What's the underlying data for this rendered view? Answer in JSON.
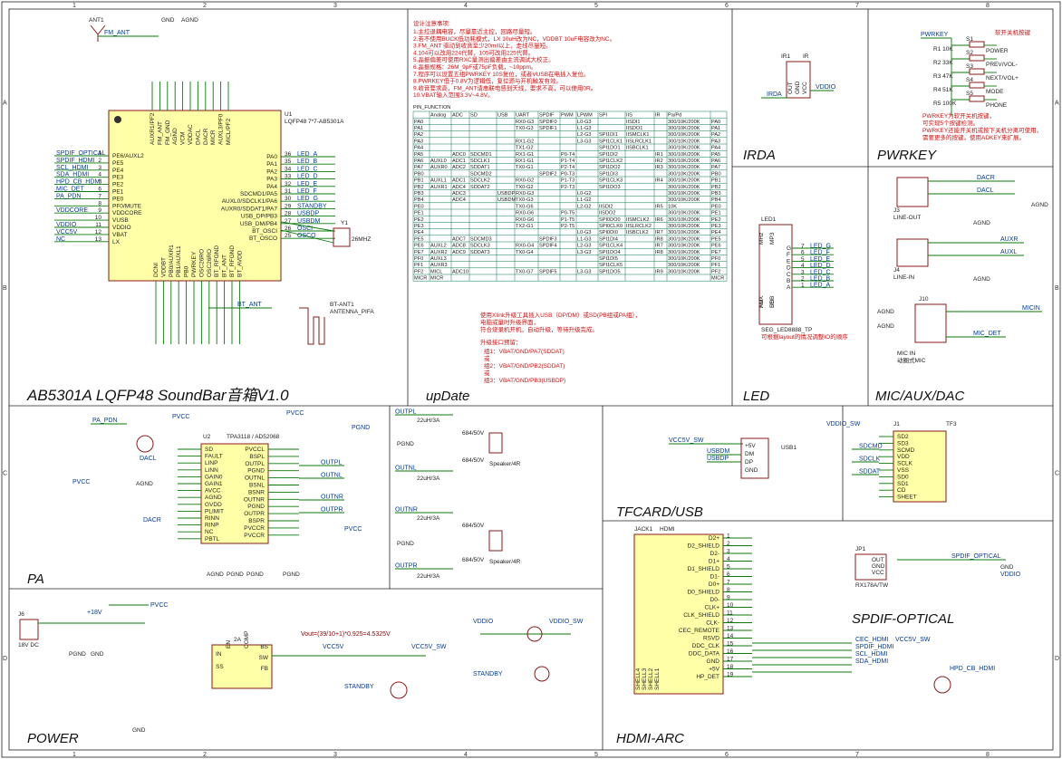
{
  "sheet": {
    "col_numbers": [
      "1",
      "2",
      "3",
      "4",
      "5",
      "6",
      "7",
      "8"
    ],
    "row_letters": [
      "A",
      "B",
      "C",
      "D"
    ]
  },
  "blocks": {
    "title_main": "AB5301A LQFP48 SoundBar音箱V1.0",
    "update": "upDate",
    "irda": "IRDA",
    "pwrkey": "PWRKEY",
    "led": "LED",
    "mic_aux_dac": "MIC/AUX/DAC",
    "pa": "PA",
    "tfcard_usb": "TFCARD/USB",
    "spdif": "SPDIF-OPTICAL",
    "power": "POWER",
    "hdmi": "HDMI-ARC"
  },
  "design_notes": {
    "heading": "设计注意事项:",
    "lines": [
      "1.主控退耦电容，尽量靠近主控，回路尽量短。",
      "2.若不使用BUCK低功耗模式，LX 10uH改为NC，VDDBT 10uF电容改为NC。",
      "3.FM_ANT 驱动到收音至少20mil以上，走线尽量短。",
      "4.104可以改用224代替，105可改用225代替。",
      "5.晶振偏差可使用RXC量测出偏差由主流调试大校正。",
      "6.晶振规格：26M_9pF或75pF负载，~10ppm。",
      "7.程序可以设置五组PWRKEY 10S复位，或者VUSB在电插入复位。",
      "8.PWRKEY低于0.8V为逻辑低，复位源与开机触发有效。",
      "9.收音要求高，FM_ANT请串联电感到天线，要求不高，可以使用0R。",
      "10.VBAT输入范围3.3V~4.8V。"
    ]
  },
  "pin_function": {
    "title": "PIN_FUNCTION",
    "headers": [
      "",
      "Analog",
      "ADC",
      "SD",
      "USB",
      "UART",
      "SPDIF",
      "PWM",
      "LPWM",
      "SPI",
      "IIS",
      "IR",
      "Pa/Pd",
      ""
    ],
    "rows": [
      [
        "PA0",
        "",
        "",
        "",
        "",
        "RX0-G3",
        "SPDIF0",
        "",
        "L0-G3",
        "",
        "IISDI1",
        "",
        "300/10K/200K",
        "PA0"
      ],
      [
        "PA1",
        "",
        "",
        "",
        "",
        "TX0-G3",
        "SPDIF1",
        "",
        "L1-G3",
        "",
        "IISDO1",
        "",
        "300/10K/200K",
        "PA1"
      ],
      [
        "PA2",
        "",
        "",
        "",
        "",
        "",
        "",
        "",
        "L2-G3",
        "SPI1DI1",
        "IISMCLK1",
        "",
        "300/10K/200K",
        "PA2"
      ],
      [
        "PA3",
        "",
        "",
        "",
        "",
        "RX1-G2",
        "",
        "",
        "L3-G3",
        "SPI1CLK1",
        "IISLRCLK1",
        "",
        "300/10K/200K",
        "PA3"
      ],
      [
        "PA4",
        "",
        "",
        "",
        "",
        "TX1-G2",
        "",
        "",
        "",
        "SPI1DO1",
        "IISBCLK1",
        "",
        "300/10K/200K",
        "PA4"
      ],
      [
        "PA5",
        "",
        "ADC0",
        "SDCMD1",
        "",
        "RX1-G1",
        "",
        "P0-T4",
        "",
        "SPI1DI2",
        "",
        "IR1",
        "300/10K/200K",
        "PA5"
      ],
      [
        "PA6",
        "AUXL0",
        "ADC1",
        "SDCLK1",
        "",
        "RX1-G1",
        "",
        "P1-T4",
        "",
        "SPI1CLK2",
        "",
        "IR2",
        "300/10K/200K",
        "PA6"
      ],
      [
        "PA7",
        "AUXR0",
        "ADC2",
        "SDDAT1",
        "",
        "TX0-G1",
        "",
        "P2-T4",
        "",
        "SPI1DO2",
        "",
        "IR3",
        "300/10K/200K",
        "PA7"
      ],
      [
        "PB0",
        "",
        "",
        "SDCMD2",
        "",
        "",
        "SPDIF2",
        "P0-T3",
        "",
        "SPI1DI3",
        "",
        "",
        "300/10K/200K",
        "PB0"
      ],
      [
        "PB1",
        "AUXL1",
        "ADC1",
        "SDCLK2",
        "",
        "RX0-G2",
        "",
        "P1-T3",
        "",
        "SPI1CLK3",
        "",
        "IR4",
        "300/10K/200K",
        "PB1"
      ],
      [
        "PB2",
        "AUXR1",
        "ADC4",
        "SDDAT2",
        "",
        "TX0-G2",
        "",
        "P2-T3",
        "",
        "SPI1DO3",
        "",
        "",
        "300/10K/200K",
        "PB2"
      ],
      [
        "PB3",
        "",
        "ADC3",
        "",
        "USBDP",
        "RX0-G3",
        "",
        "",
        "L0-G2",
        "",
        "",
        "",
        "300/10K/200K",
        "PB3"
      ],
      [
        "PB4",
        "",
        "ADC4",
        "",
        "USBDM",
        "TX0-G3",
        "",
        "",
        "L1-G2",
        "",
        "",
        "",
        "300/10K/200K",
        "PB4"
      ],
      [
        "PE0",
        "",
        "",
        "",
        "",
        "TX0-G6",
        "",
        "",
        "L2-G2",
        "IISDI2",
        "",
        "IR5",
        "10K",
        "PE0"
      ],
      [
        "PE1",
        "",
        "",
        "",
        "",
        "RX0-G6",
        "",
        "P0-T5",
        "",
        "IISDO2",
        "",
        "",
        "300/10K/200K",
        "PE1"
      ],
      [
        "PE2",
        "",
        "",
        "",
        "",
        "RX0-G6",
        "",
        "P1-T5",
        "",
        "SPI0DO0",
        "IISMCLK2",
        "IR6",
        "300/10K/200K",
        "PE2"
      ],
      [
        "PE3",
        "",
        "",
        "",
        "",
        "TX2-G1",
        "",
        "P2-T5",
        "",
        "SPI0CLK0",
        "IISLRCLK2",
        "",
        "300/10K/200K",
        "PE3"
      ],
      [
        "PE4",
        "",
        "",
        "",
        "",
        "",
        "",
        "",
        "L0-G3",
        "SPI0DI0",
        "IISBCLK2",
        "IR7",
        "300/10K/200K",
        "PE4"
      ],
      [
        "PE5",
        "",
        "ADC7",
        "SDCMD3",
        "",
        "",
        "SPDIF3",
        "",
        "L1-G3",
        "SPI1DI4",
        "",
        "IR8",
        "300/10K/200K",
        "PE5"
      ],
      [
        "PE6",
        "AUXL2",
        "ADC8",
        "SDCLK3",
        "",
        "RX0-G4",
        "SPDIF4",
        "",
        "L2-G3",
        "SPI1CLK4",
        "",
        "IR7",
        "300/10K/200K",
        "PE6"
      ],
      [
        "PE7",
        "AUXR2",
        "ADC9",
        "SDDAT3",
        "",
        "TX0-G4",
        "",
        "",
        "L3-G3",
        "SPI1DO4",
        "",
        "IR8",
        "300/10K/200K",
        "PE7"
      ],
      [
        "PF0",
        "AUXL3",
        "",
        "",
        "",
        "",
        "",
        "",
        "",
        "SPI1DI5",
        "",
        "",
        "300/10K/200K",
        "PF0"
      ],
      [
        "PF1",
        "AUXR3",
        "",
        "",
        "",
        "",
        "",
        "",
        "",
        "SPI1CLK5",
        "",
        "",
        "300/10K/200K",
        "PF1"
      ],
      [
        "PF2",
        "MICL",
        "ADC10",
        "",
        "",
        "TX0-G7",
        "SPDIF5",
        "",
        "L3-G3",
        "SPI1DO5",
        "",
        "IR9",
        "300/10K/200K",
        "PF2"
      ],
      [
        "MICR",
        "MICR",
        "",
        "",
        "",
        "",
        "",
        "",
        "",
        "",
        "",
        "",
        "",
        "MICR"
      ]
    ]
  },
  "upgrade_notes": {
    "lines": [
      "使用Xlink升级工具插入USB（DP/DM）或SD(PB组或PA组），",
      "电脑或量时升级界面，",
      "符合烧录机开机，自动升级，等待升级完成。"
    ],
    "reserve_head": "升级接口预留：",
    "options": [
      "组1：VBAT/GND/PA7(SDDAT)",
      "或",
      "组2：VBAT/GND/PB2(SDDAT)",
      "或",
      "组3：VBAT/GND/PB3(USBDP)"
    ]
  },
  "mcu": {
    "ref": "U1",
    "part": "LQFP48 7*7-AB5301A",
    "left_pins": [
      {
        "num": "1",
        "name": "PE6/AUXL2",
        "net": "SPDIF_OPTICAL"
      },
      {
        "num": "2",
        "name": "PE5",
        "net": "SPDIF_HDMI"
      },
      {
        "num": "3",
        "name": "PE4",
        "net": "SCL_HDMI"
      },
      {
        "num": "4",
        "name": "PE3",
        "net": "SDA_HDMI"
      },
      {
        "num": "5",
        "name": "PE2",
        "net": "HPD_CB_HDMI"
      },
      {
        "num": "6",
        "name": "PE1",
        "net": "MIC_DET"
      },
      {
        "num": "7",
        "name": "PE0",
        "net": "PA_PDN"
      },
      {
        "num": "8",
        "name": "PF0/MUTE",
        "net": ""
      },
      {
        "num": "9",
        "name": "VDDCORE",
        "net": "VDDCORE"
      },
      {
        "num": "10",
        "name": "VUSB",
        "net": ""
      },
      {
        "num": "11",
        "name": "VDDIO",
        "net": "VDDIO"
      },
      {
        "num": "12",
        "name": "VBAT",
        "net": "VCC5V"
      },
      {
        "num": "13",
        "name": "LX",
        "net": "NC"
      }
    ],
    "right_pins": [
      {
        "num": "36",
        "name": "PA0",
        "net": "LED_A"
      },
      {
        "num": "35",
        "name": "PA1",
        "net": "LED_B"
      },
      {
        "num": "34",
        "name": "PA2",
        "net": "LED_C"
      },
      {
        "num": "33",
        "name": "PA3",
        "net": "LED_D"
      },
      {
        "num": "32",
        "name": "PA4",
        "net": "LED_E"
      },
      {
        "num": "31",
        "name": "SDCMD1/PA5",
        "net": "LED_F"
      },
      {
        "num": "30",
        "name": "AUXL0/SDCLK1/PA6",
        "net": "LED_G"
      },
      {
        "num": "29",
        "name": "AUXR0/SDDAT1/PA7",
        "net": "STANDBY"
      },
      {
        "num": "28",
        "name": "USB_DP/PB3",
        "net": "USBDP"
      },
      {
        "num": "27",
        "name": "USB_DM/PB4",
        "net": "USBDM"
      },
      {
        "num": "26",
        "name": "BT_OSCI",
        "net": "OSCI"
      },
      {
        "num": "25",
        "name": "BT_OSCO",
        "net": "OSCO"
      }
    ],
    "top_pins": [
      "AUXR1/PF2",
      "FM_ANT",
      "FM_GND",
      "AGND",
      "VCM",
      "VDDAC",
      "DACL",
      "DACR",
      "MICR",
      "AUXL3/PF0",
      "MICL/PF2"
    ],
    "bottom_pins": [
      "DCNI",
      "VDDBT",
      "PB0/AUXR1",
      "PB1/AUXL1",
      "PB0",
      "PWRKEY",
      "OSC26RO",
      "OSC26RO",
      "BT_RFGND",
      "BT_ANT",
      "BT_RFGND",
      "BT_AVDD"
    ]
  },
  "irda": {
    "ref": "IR1",
    "part": "IR",
    "pins": [
      "OUT",
      "GND",
      "VCC"
    ],
    "nets": [
      "IRDA",
      "VDDIO"
    ]
  },
  "pwrkey": {
    "net": "PWRKEY",
    "switches": [
      {
        "ref": "S1",
        "label": "POWER",
        "res": "R1 10K"
      },
      {
        "ref": "S2",
        "label": "PREV/VOL-",
        "res": "R2 33K"
      },
      {
        "ref": "S3",
        "label": "NEXT/VOL+",
        "res": "R3 47K"
      },
      {
        "ref": "S4",
        "label": "MODE",
        "res": "R4 51K"
      },
      {
        "ref": "S5",
        "label": "PHONE",
        "res": "R5 100K"
      }
    ],
    "note_top": "软开关机按键",
    "notes": [
      "PWRKEY为软开关机按键，",
      "可实现5个按键检测。",
      "PWRKEY还能开关机或按下关机分离可使用，",
      "需要更多的按键，使用ADKEY来扩展。"
    ]
  },
  "led": {
    "ref": "LED1",
    "part": "SEG_LED8888_TP",
    "side_labels": [
      "MHz",
      "MP3",
      "AUX",
      "USB",
      "FM",
      "SD"
    ],
    "pins": [
      {
        "num": "7",
        "seg": "G",
        "net": "LED_G"
      },
      {
        "num": "6",
        "seg": "F",
        "net": "LED_F"
      },
      {
        "num": "5",
        "seg": "E",
        "net": "LED_E"
      },
      {
        "num": "4",
        "seg": "D",
        "net": "LED_D"
      },
      {
        "num": "3",
        "seg": "C",
        "net": "LED_C"
      },
      {
        "num": "2",
        "seg": "B",
        "net": "LED_B"
      },
      {
        "num": "1",
        "seg": "A",
        "net": "LED_A"
      }
    ],
    "note": "可根据layout的情况调整IO的顺序"
  },
  "mic_aux": {
    "dacr": "DACR",
    "dacl": "DACL",
    "auxr": "AUXR",
    "auxl": "AUXL",
    "micin": "MICIN",
    "mic_det": "MIC_DET",
    "line_out": "LINE-OUT",
    "line_in": "LINE-IN",
    "mic_label": "MIC IN",
    "mic_note": "动圈式MIC",
    "agnd": "AGND",
    "j3": "J3",
    "j4": "J4",
    "j10": "J10"
  },
  "pa": {
    "ref": "U2",
    "part": "TPA3118 / AD52068",
    "left_pins": [
      "SD",
      "FAULT",
      "LINP",
      "LINN",
      "GAIN0",
      "GAIN1",
      "AVCC",
      "AGND",
      "GVDD",
      "PLIMIT",
      "RINN",
      "RINP",
      "NC",
      "PBTL"
    ],
    "right_pins": [
      "PVCCL",
      "BSPL",
      "OUTPL",
      "PGND",
      "OUTNL",
      "BSNL",
      "BSNR",
      "OUTNR",
      "PGND",
      "OUTPR",
      "BSPR",
      "PVCCR",
      "PVCCR"
    ],
    "nets": {
      "pa_pdn": "PA_PDN",
      "dacl": "DACL",
      "dacr": "DACR",
      "pvcc": "PVCC",
      "pgnd": "PGND",
      "agnd": "AGND"
    },
    "outputs": [
      "OUTPL",
      "OUTNL",
      "OUTNR",
      "OUTPR"
    ],
    "speaker": "Speaker/4R",
    "inductor": "22uH/3A",
    "cap": "684/50V"
  },
  "tfcard": {
    "vcc": "VCC5V_SW",
    "usbdm": "USBDM",
    "usbdp": "USBDP",
    "usb_ref": "USB1",
    "usb_pins": [
      "+5V",
      "DM",
      "DP",
      "GND"
    ],
    "vdd": "VDDIO_SW",
    "tf_ref": "J1",
    "tf_part": "TF3",
    "tf_pins": [
      "SD2",
      "SD3",
      "SCMD",
      "VDD",
      "SCLK",
      "VSS",
      "SD0",
      "SD1",
      "CD",
      "SHEET"
    ],
    "nets": [
      "SDCMD",
      "SDCLK",
      "SDDAT"
    ]
  },
  "hdmi": {
    "ref": "JACK1",
    "part": "HDMI",
    "pins": [
      "D2+",
      "D2_SHIELD",
      "D2-",
      "D1+",
      "D1_SHIELD",
      "D1-",
      "D0+",
      "D0_SHIELD",
      "D0-",
      "CLK+",
      "CLK_SHIELD",
      "CLK-",
      "CEC_REMOTE",
      "RSVD",
      "DDC_CLK",
      "DDC_DATA",
      "GND",
      "+5V",
      "HP_DET"
    ],
    "shields": [
      "SHELL4",
      "SHELL3",
      "SHELL2",
      "SHELL1"
    ],
    "nets": [
      "CEC_HDMI",
      "SPDIF_HDMI",
      "SCL_HDMI",
      "SDA_HDMI",
      "HPD_CB_HDMI",
      "VCC5V_SW"
    ]
  },
  "spdif": {
    "ref": "JP1",
    "part": "RX178A/TW",
    "pins": [
      "OUT",
      "GND",
      "VCC"
    ],
    "nets": [
      "SPDIF_OPTICAL",
      "VDDIO",
      "GND"
    ]
  },
  "power": {
    "dc": "18V DC",
    "ref_jack": "J6",
    "v18": "+18V",
    "pvcc": "PVCC",
    "chip_pins_left": [
      "IN",
      "SS"
    ],
    "chip_pins_right": [
      "BS",
      "SW",
      "FB"
    ],
    "chip_pins_bottom": [
      "EN",
      "COMP"
    ],
    "chip_name": "2A",
    "vcc5v": "VCC5V",
    "vcc5v_sw": "VCC5V_SW",
    "formula": "Vout=(39/10+1)*0.925=4.5325V",
    "standby": "STANDBY",
    "vddio": "VDDIO",
    "vddio_sw": "VDDIO_SW",
    "pgnd": "PGND",
    "gnd": "GND"
  },
  "misc": {
    "bt_ant": "BT_ANT",
    "ant_label": "BT-ANT1",
    "antenna": "ANTENNA_PIFA",
    "fm_ant": "FM_ANT",
    "ant1": "ANT1",
    "osc": "26MHZ",
    "gnd": "GND",
    "agnd": "AGND",
    "y1": "Y1"
  }
}
